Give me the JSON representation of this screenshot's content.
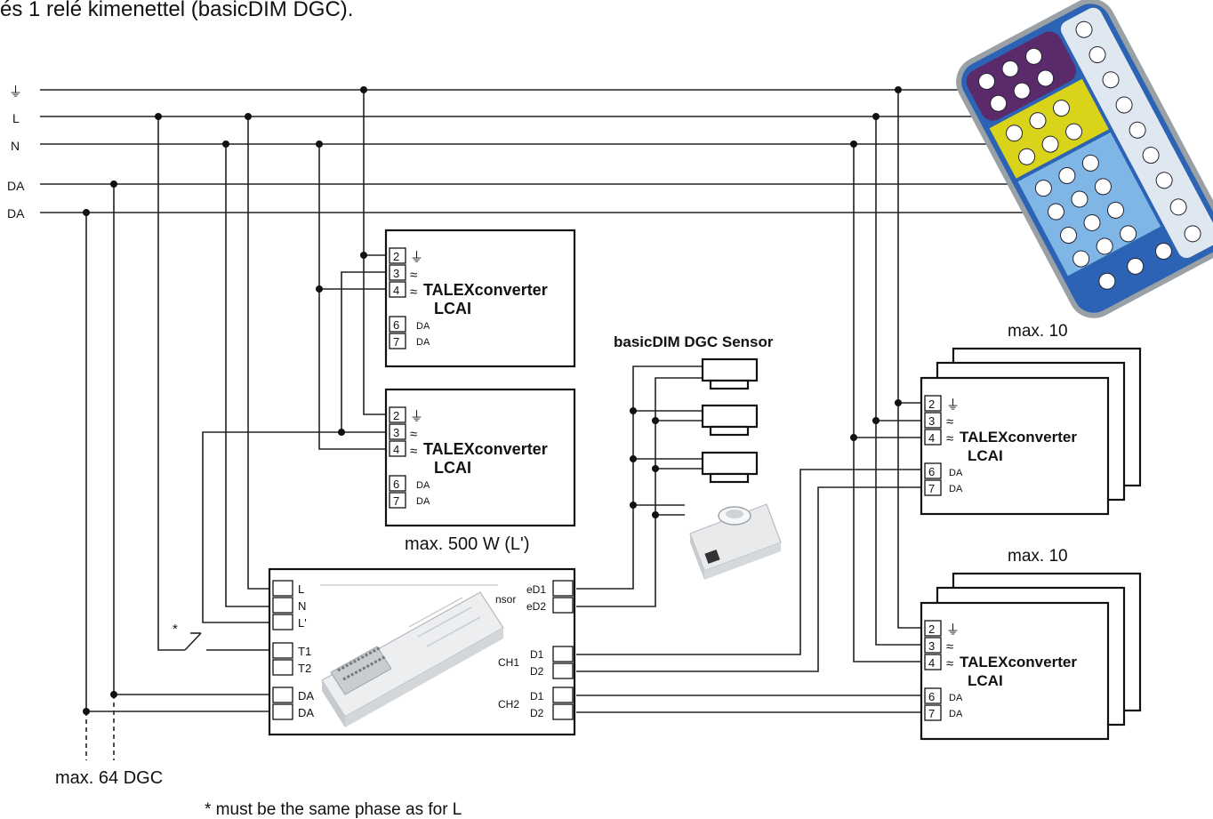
{
  "heading_fragment": "és 1 relé kimenettel (basicDIM DGC).",
  "bus": {
    "earth_symbol": "⏚",
    "l": "L",
    "n": "N",
    "da1": "DA",
    "da2": "DA"
  },
  "converter": {
    "title": "TALEXconverter",
    "subtitle": "LCAI",
    "terminals": [
      "2",
      "3",
      "4",
      "6",
      "7"
    ],
    "earth_symbol": "⏚",
    "ac_symbol": "≈",
    "da": "DA"
  },
  "labels": {
    "max_500w": "max. 500 W (L')",
    "sensor_title": "basicDIM DGC Sensor",
    "max_10_a": "max. 10",
    "max_10_b": "max. 10",
    "max_64": "max. 64 DGC",
    "footnote": "* must be the same phase as for L",
    "switch_star": "*"
  },
  "controller": {
    "left_terms": [
      "L",
      "N",
      "L'",
      "T1",
      "T2",
      "DA",
      "DA"
    ],
    "sensor_frag": "nsor",
    "ed1": "eD1",
    "ed2": "eD2",
    "ch1": "CH1",
    "ch2": "CH2",
    "d1": "D1",
    "d2": "D2"
  },
  "colors": {
    "remote_body": "#2d63b4",
    "remote_purple": "#5b2a6b",
    "remote_yellow": "#d9d31a",
    "remote_light": "#dfe7f1",
    "remote_gray": "#9aa1a6"
  }
}
